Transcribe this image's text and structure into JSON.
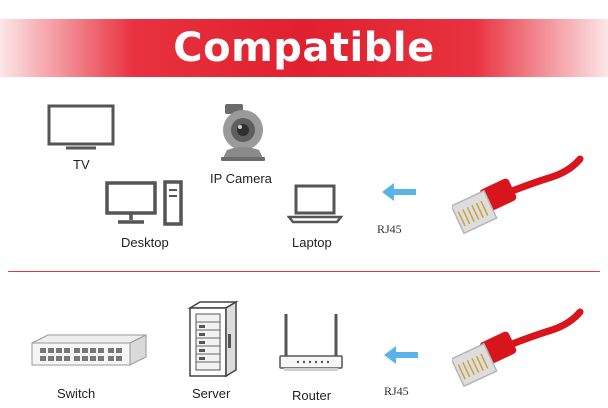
{
  "banner": {
    "title": "Compatible",
    "color": "#e0202e"
  },
  "top_section": {
    "devices": [
      {
        "label": "TV",
        "icon": "tv-icon"
      },
      {
        "label": "IP Camera",
        "icon": "ip-camera-icon"
      },
      {
        "label": "Desktop",
        "icon": "desktop-computer-icon"
      },
      {
        "label": "Laptop",
        "icon": "laptop-icon"
      }
    ],
    "connector_label": "RJ45"
  },
  "bottom_section": {
    "devices": [
      {
        "label": "Switch",
        "icon": "network-switch-icon"
      },
      {
        "label": "Server",
        "icon": "server-rack-icon"
      },
      {
        "label": "Router",
        "icon": "wifi-router-icon"
      }
    ],
    "connector_label": "RJ45"
  },
  "colors": {
    "accent": "#e0202e",
    "arrow": "#5ab4ea",
    "cable": "#d8141c"
  }
}
